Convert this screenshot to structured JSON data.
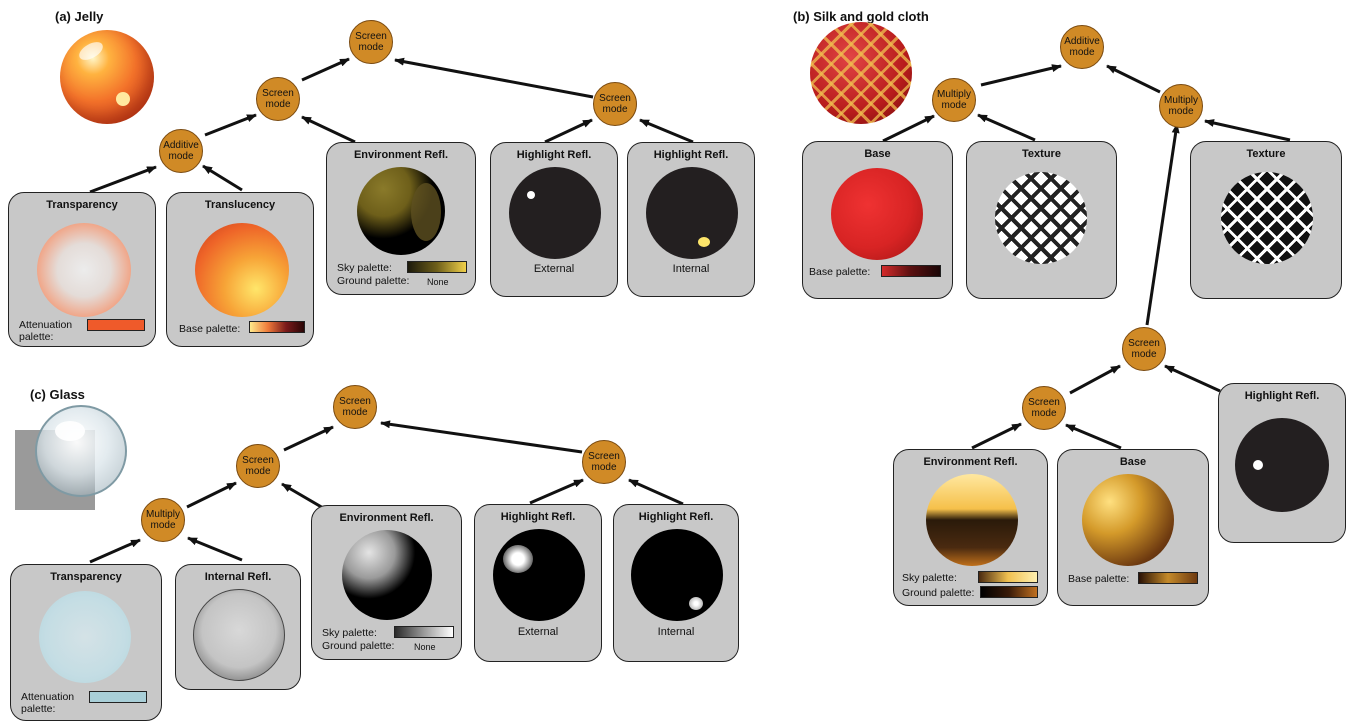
{
  "titles": {
    "jelly": "(a) Jelly",
    "silk": "(b) Silk and gold cloth",
    "glass": "(c) Glass"
  },
  "nodes": {
    "jelly_root": [
      "Screen",
      "mode"
    ],
    "jelly_screen_left": [
      "Screen",
      "mode"
    ],
    "jelly_screen_right": [
      "Screen",
      "mode"
    ],
    "jelly_additive": [
      "Additive",
      "mode"
    ],
    "silk_root": [
      "Additive",
      "mode"
    ],
    "silk_multiply_left": [
      "Multiply",
      "mode"
    ],
    "silk_multiply_right": [
      "Multiply",
      "mode"
    ],
    "silk_screen_mid": [
      "Screen",
      "mode"
    ],
    "silk_screen_low": [
      "Screen",
      "mode"
    ],
    "glass_root": [
      "Screen",
      "mode"
    ],
    "glass_screen_left": [
      "Screen",
      "mode"
    ],
    "glass_screen_right": [
      "Screen",
      "mode"
    ],
    "glass_multiply": [
      "Multiply",
      "mode"
    ]
  },
  "panels": {
    "jelly_transparency": {
      "title": "Transparency",
      "palette_label_1": "Attenuation",
      "palette_label_2": "palette:"
    },
    "jelly_translucency": {
      "title": "Translucency",
      "palette_label": "Base palette:"
    },
    "jelly_env": {
      "title": "Environment Refl.",
      "sky_label": "Sky palette:",
      "ground_label": "Ground palette:",
      "ground_value": "None"
    },
    "jelly_hl_ext": {
      "title": "Highlight Refl.",
      "caption": "External"
    },
    "jelly_hl_int": {
      "title": "Highlight Refl.",
      "caption": "Internal"
    },
    "silk_base": {
      "title": "Base",
      "palette_label": "Base palette:"
    },
    "silk_texture_1": {
      "title": "Texture"
    },
    "silk_texture_2": {
      "title": "Texture"
    },
    "silk_env": {
      "title": "Environment Refl.",
      "sky_label": "Sky palette:",
      "ground_label": "Ground palette:"
    },
    "silk_base_2": {
      "title": "Base",
      "palette_label": "Base palette:"
    },
    "silk_hl": {
      "title": "Highlight Refl."
    },
    "glass_transparency": {
      "title": "Transparency",
      "palette_label_1": "Attenuation",
      "palette_label_2": "palette:"
    },
    "glass_internal": {
      "title": "Internal Refl."
    },
    "glass_env": {
      "title": "Environment Refl.",
      "sky_label": "Sky palette:",
      "ground_label": "Ground palette:",
      "ground_value": "None"
    },
    "glass_hl_ext": {
      "title": "Highlight Refl.",
      "caption": "External"
    },
    "glass_hl_int": {
      "title": "Highlight Refl.",
      "caption": "Internal"
    }
  },
  "colors": {
    "node_fill": "#d08a26",
    "panel_fill": "#c8c8c8",
    "jelly_orange": "#ef5a2a",
    "glass_blue": "#a9cfd8",
    "silk_red": "#d42a2a"
  }
}
